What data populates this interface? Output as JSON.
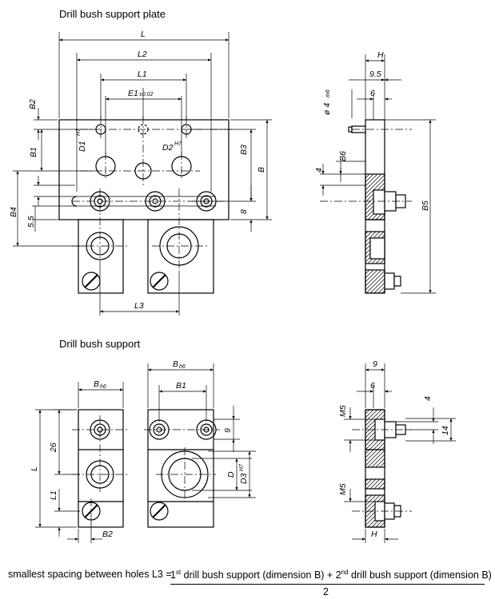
{
  "titles": {
    "plate": "Drill bush support plate",
    "support": "Drill bush support"
  },
  "plate_front_dims": {
    "L": "L",
    "L2": "L2",
    "L1": "L1",
    "E1": "E1",
    "E1_tol": "±0.02",
    "B2": "B2",
    "B1": "B1",
    "B4": "B4",
    "dim_5_5": "5.5",
    "D1": "D1",
    "D1_fit": "H7",
    "D2": "D2",
    "D2_fit": "H7",
    "B3": "B3",
    "B": "B",
    "dim_8": "8",
    "L3": "L3"
  },
  "plate_side_dims": {
    "H": "H",
    "dim_9_5": "9.5",
    "dim_6": "6",
    "phi4": "ø 4",
    "phi4_fit": "m6",
    "B6": "B6",
    "dim_4": "4",
    "B5": "B5"
  },
  "support_front_dims": {
    "Bh6": "B",
    "Bh6_fit": "h6",
    "dim_26": "26",
    "L": "L",
    "L1": "L1",
    "B2": "B2"
  },
  "support_top_dims": {
    "Bh6": "B",
    "Bh6_fit": "h6",
    "B1": "B1",
    "dim_9": "9",
    "D": "D",
    "D3": "D3",
    "D3_fit": "H7"
  },
  "support_side_dims": {
    "dim_9": "9",
    "dim_6": "6",
    "M5a": "M5",
    "M5b": "M5",
    "dim_4": "4",
    "dim_14": "14",
    "H": "H"
  },
  "formula": {
    "lhs": "smallest spacing between holes L3 =",
    "first_num": "1",
    "first_sup": "st",
    "first_text": "drill bush support (dimension B) + 2",
    "second_sup": "nd",
    "second_text": "drill bush support (dimension B)",
    "denominator": "2"
  }
}
